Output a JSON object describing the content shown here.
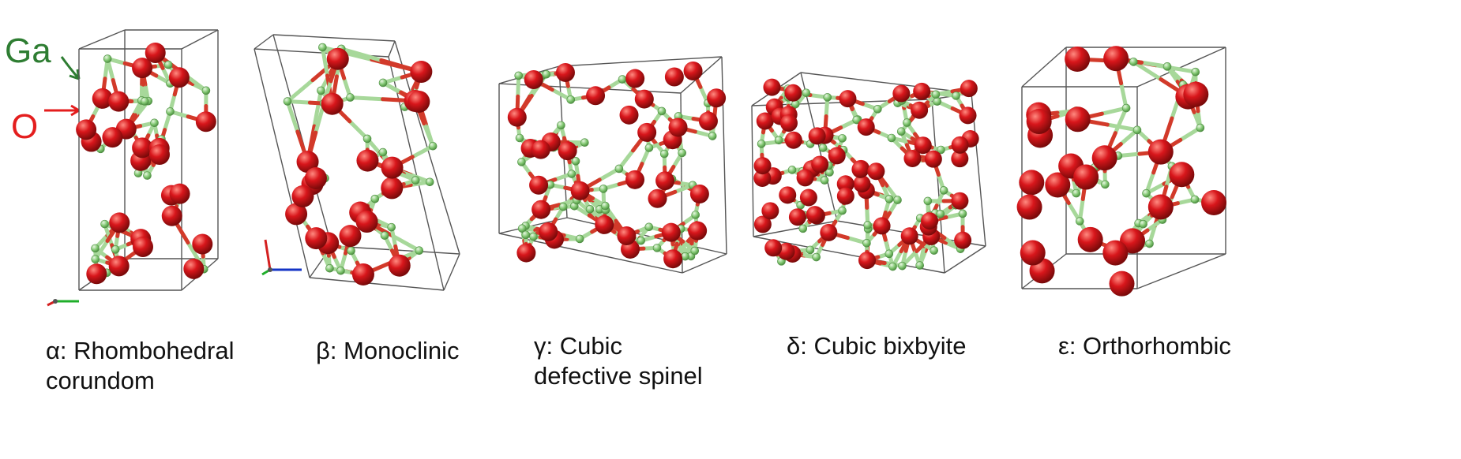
{
  "legend": {
    "ga_label": "Ga",
    "o_label": "O"
  },
  "colors": {
    "gallium": "#7fc66f",
    "oxygen": "#d8161b",
    "bond_green": "#a7d89a",
    "bond_red": "#d23a2a",
    "cell_edge": "#555555",
    "ga_text": "#2e7d32",
    "o_text": "#e41e1e"
  },
  "panels": [
    {
      "id": "alpha",
      "caption_lines": [
        "α: Rhombohedral",
        "corundom"
      ]
    },
    {
      "id": "beta",
      "caption_lines": [
        "β: Monoclinic"
      ]
    },
    {
      "id": "gamma",
      "caption_lines": [
        "γ: Cubic",
        "defective spinel"
      ]
    },
    {
      "id": "delta",
      "caption_lines": [
        "δ: Cubic bixbyite"
      ]
    },
    {
      "id": "epsilon",
      "caption_lines": [
        "ε: Orthorhombic"
      ]
    }
  ]
}
